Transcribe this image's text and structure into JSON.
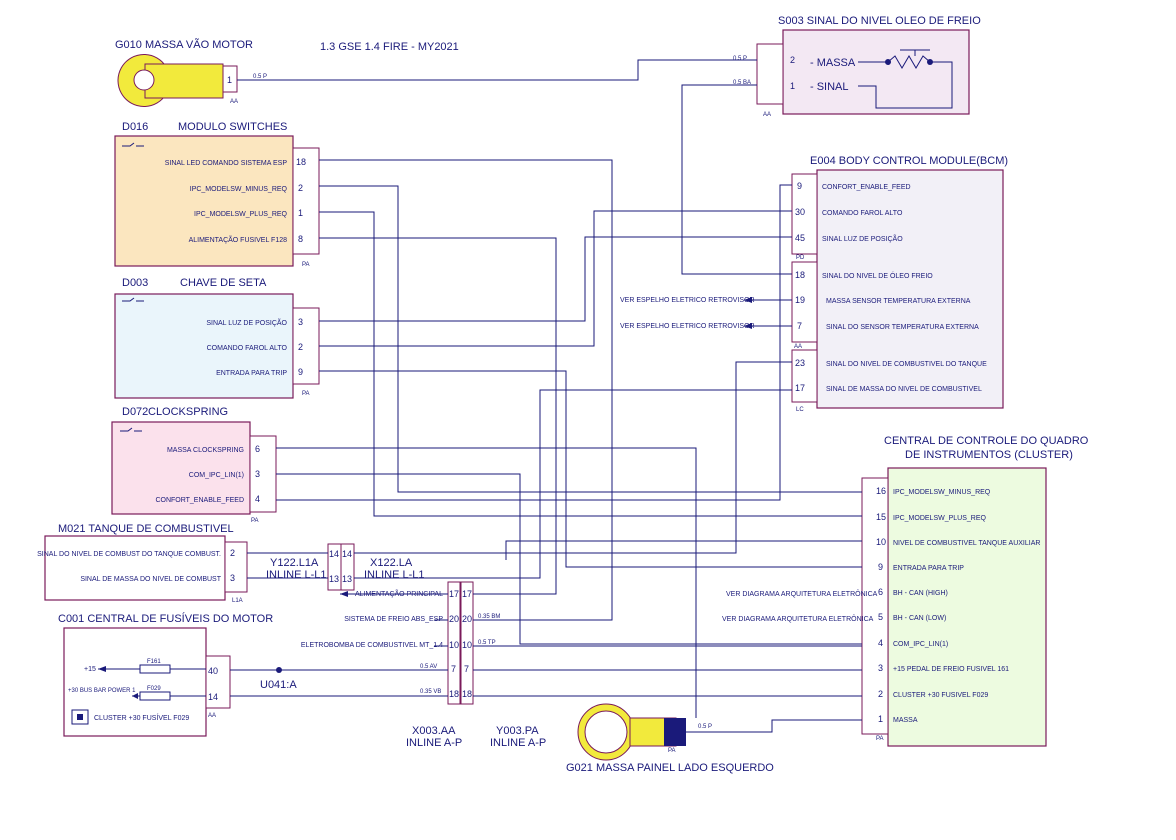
{
  "diagram": {
    "title": "1.3 GSE 1.4 FIRE - MY2021",
    "colors": {
      "ink": "#1a1a7a",
      "box": "#7a1a5a",
      "d016": "#fbe6bf",
      "d003": "#eaf5fb",
      "d072": "#fbe1ec",
      "e004": "#f2f0f7",
      "cluster": "#edfbe0",
      "g010": "#f2ea3c"
    }
  },
  "g010": {
    "title": "G010  MASSA VÃO MOTOR",
    "pin": "1",
    "conn": "AA",
    "wire": "0.5   P"
  },
  "s003": {
    "title": "S003  SINAL DO NIVEL OLEO DE FREIO",
    "pin1": "- MASSA",
    "pin1_num": "2",
    "pin2": "- SINAL",
    "pin2_num": "1",
    "conn": "AA",
    "wire1": "0.5   P",
    "wire2": "0.5   BA"
  },
  "d016": {
    "code": "D016",
    "title": "MODULO SWITCHES",
    "conn": "PA",
    "pins": [
      {
        "label": "SINAL LED COMANDO SISTEMA ESP",
        "num": "18"
      },
      {
        "label": "IPC_MODELSW_MINUS_REQ",
        "num": "2"
      },
      {
        "label": "IPC_MODELSW_PLUS_REQ",
        "num": "1"
      },
      {
        "label": "ALIMENTAÇÃO FUSIVEL F128",
        "num": "8"
      }
    ]
  },
  "d003": {
    "code": "D003",
    "title": "CHAVE DE SETA",
    "conn": "PA",
    "pins": [
      {
        "label": "SINAL LUZ DE POSIÇÃO",
        "num": "3"
      },
      {
        "label": "COMANDO FAROL ALTO",
        "num": "2"
      },
      {
        "label": "ENTRADA PARA TRIP",
        "num": "9"
      }
    ]
  },
  "d072": {
    "code": "D072",
    "title": "CLOCKSPRING",
    "conn": "PA",
    "pins": [
      {
        "label": "MASSA CLOCKSPRING",
        "num": "6"
      },
      {
        "label": "COM_IPC_LIN(1)",
        "num": "3"
      },
      {
        "label": "CONFORT_ENABLE_FEED",
        "num": "4"
      }
    ]
  },
  "m021": {
    "title": "M021 TANQUE DE COMBUSTIVEL",
    "conn": "L1A",
    "pins": [
      {
        "label": "SINAL DO NIVEL DE COMBUST DO TANQUE COMBUST.",
        "num": "2"
      },
      {
        "label": "SINAL DE MASSA DO NIVEL DE COMBUST",
        "num": "3"
      }
    ]
  },
  "c001": {
    "title": "C001  CENTRAL DE FUSÍVEIS DO MOTOR",
    "conn": "AA",
    "rows": [
      {
        "label": "+15",
        "fuse": "F161",
        "num": "40"
      },
      {
        "label": "+30 BUS BAR POWER 1",
        "fuse": "F029",
        "num": "14"
      }
    ],
    "note": "CLUSTER +30 FUSÍVEL F029"
  },
  "e004": {
    "title": "E004  BODY CONTROL MODULE(BCM)",
    "conn_pd": "PD",
    "conn_aa": "AA",
    "conn_lc": "LC",
    "pins": [
      {
        "label": "CONFORT_ENABLE_FEED",
        "num": "9"
      },
      {
        "label": "COMANDO FAROL ALTO",
        "num": "30"
      },
      {
        "label": "SINAL LUZ DE POSIÇÃO",
        "num": "45"
      },
      {
        "label": "SINAL DO NIVEL DE ÓLEO FREIO",
        "num": "18"
      },
      {
        "label": "MASSA SENSOR TEMPERATURA EXTERNA",
        "num": "19"
      },
      {
        "label": "SINAL DO SENSOR TEMPERATURA EXTERNA",
        "num": "7"
      },
      {
        "label": "SINAL DO NIVEL DE COMBUSTIVEL DO TANQUE",
        "num": "23"
      },
      {
        "label": "SINAL DE MASSA DO NIVEL DE COMBUSTIVEL",
        "num": "17"
      }
    ],
    "ext1": "VER ESPELHO ELETRICO RETROVISOR",
    "ext2": "VER ESPELHO ELETRICO RETROVISOR"
  },
  "cluster": {
    "title1": "CENTRAL DE CONTROLE DO QUADRO",
    "title2": "DE INSTRUMENTOS (CLUSTER)",
    "conn": "PA",
    "pins": [
      {
        "label": "IPC_MODELSW_MINUS_REQ",
        "num": "16"
      },
      {
        "label": "IPC_MODELSW_PLUS_REQ",
        "num": "15"
      },
      {
        "label": "NIVEL DE COMBUSTIVEL TANQUE AUXILIAR",
        "num": "10"
      },
      {
        "label": "ENTRADA PARA TRIP",
        "num": "9"
      },
      {
        "label": "BH - CAN (HIGH)",
        "num": "6"
      },
      {
        "label": "BH - CAN (LOW)",
        "num": "5"
      },
      {
        "label": "COM_IPC_LIN(1)",
        "num": "4"
      },
      {
        "label": "+15 PEDAL DE FREIO  FUSIVEL 161",
        "num": "3"
      },
      {
        "label": "CLUSTER +30  FUSIVEL F029",
        "num": "2"
      },
      {
        "label": "MASSA",
        "num": "1"
      }
    ],
    "ext1": "VER DIAGRAMA ARQUITETURA ELETRÔNICA",
    "ext2": "VER DIAGRAMA ARQUITETURA ELETRÔNICA"
  },
  "y122": {
    "name": "Y122.L1A",
    "sub": "INLINE L-L1"
  },
  "x122": {
    "name": "X122.LA",
    "sub": "INLINE L-L1"
  },
  "x003": {
    "name": "X003.AA",
    "sub": "INLINE A-P",
    "rows": [
      {
        "label": "ALIMENTAÇÃO PRINCIPAL",
        "a": "17",
        "b": "17",
        "wire": ""
      },
      {
        "label": "SISTEMA DE FREIO ABS_ESP",
        "a": "20",
        "b": "20",
        "wire": "0.35  BM"
      },
      {
        "label": "ELETROBOMBA DE COMBUSTIVEL MT_1.4",
        "a": "10",
        "b": "10",
        "wire": "0.5   TP"
      },
      {
        "label": "",
        "a": "7",
        "b": "7",
        "wire": "0.5   AV"
      },
      {
        "label": "",
        "a": "18",
        "b": "18",
        "wire": "0.35  VB"
      }
    ]
  },
  "y003": {
    "name": "Y003.PA",
    "sub": "INLINE A-P"
  },
  "u041": {
    "name": "U041:A"
  },
  "g021": {
    "title": "G021 MASSA PAINEL LADO ESQUERDO",
    "conn": "PA",
    "wire": "0.5   P"
  }
}
